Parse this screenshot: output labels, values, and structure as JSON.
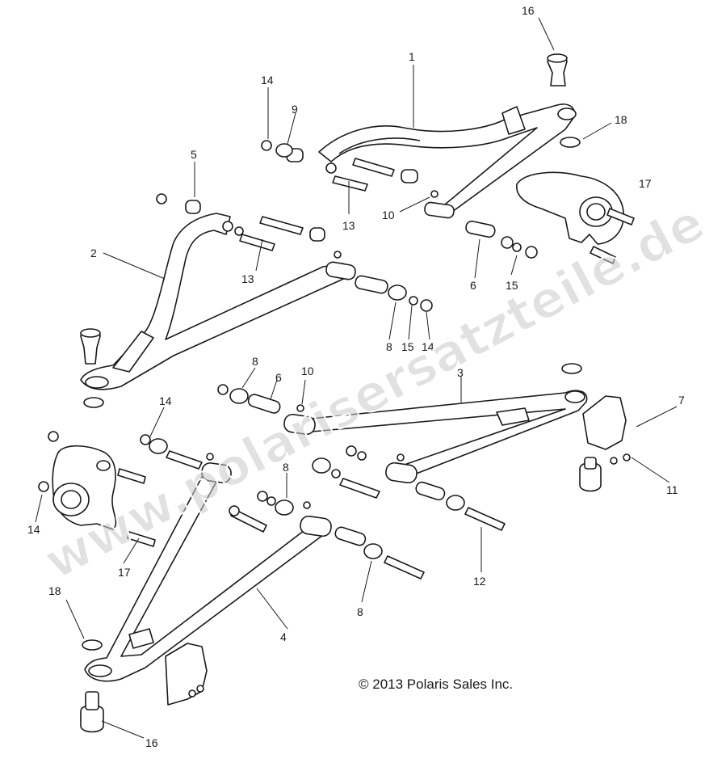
{
  "diagram": {
    "callouts": [
      {
        "id": "c1a",
        "text": "1"
      },
      {
        "id": "c2a",
        "text": "2"
      },
      {
        "id": "c3a",
        "text": "3"
      },
      {
        "id": "c4a",
        "text": "4"
      },
      {
        "id": "c5a",
        "text": "5"
      },
      {
        "id": "c6a",
        "text": "6"
      },
      {
        "id": "c6b",
        "text": "6"
      },
      {
        "id": "c7a",
        "text": "7"
      },
      {
        "id": "c8a",
        "text": "8"
      },
      {
        "id": "c8b",
        "text": "8"
      },
      {
        "id": "c8c",
        "text": "8"
      },
      {
        "id": "c8d",
        "text": "8"
      },
      {
        "id": "c9a",
        "text": "9"
      },
      {
        "id": "c10a",
        "text": "10"
      },
      {
        "id": "c10b",
        "text": "10"
      },
      {
        "id": "c11a",
        "text": "11"
      },
      {
        "id": "c12a",
        "text": "12"
      },
      {
        "id": "c13a",
        "text": "13"
      },
      {
        "id": "c13b",
        "text": "13"
      },
      {
        "id": "c14a",
        "text": "14"
      },
      {
        "id": "c14b",
        "text": "14"
      },
      {
        "id": "c14c",
        "text": "14"
      },
      {
        "id": "c14d",
        "text": "14"
      },
      {
        "id": "c15a",
        "text": "15"
      },
      {
        "id": "c15b",
        "text": "15"
      },
      {
        "id": "c16a",
        "text": "16"
      },
      {
        "id": "c16b",
        "text": "16"
      },
      {
        "id": "c17a",
        "text": "17"
      },
      {
        "id": "c17b",
        "text": "17"
      },
      {
        "id": "c18a",
        "text": "18"
      },
      {
        "id": "c18b",
        "text": "18"
      }
    ],
    "copyright": "© 2013 Polaris Sales Inc.",
    "watermark": "www.polarisersatzteile.de"
  }
}
